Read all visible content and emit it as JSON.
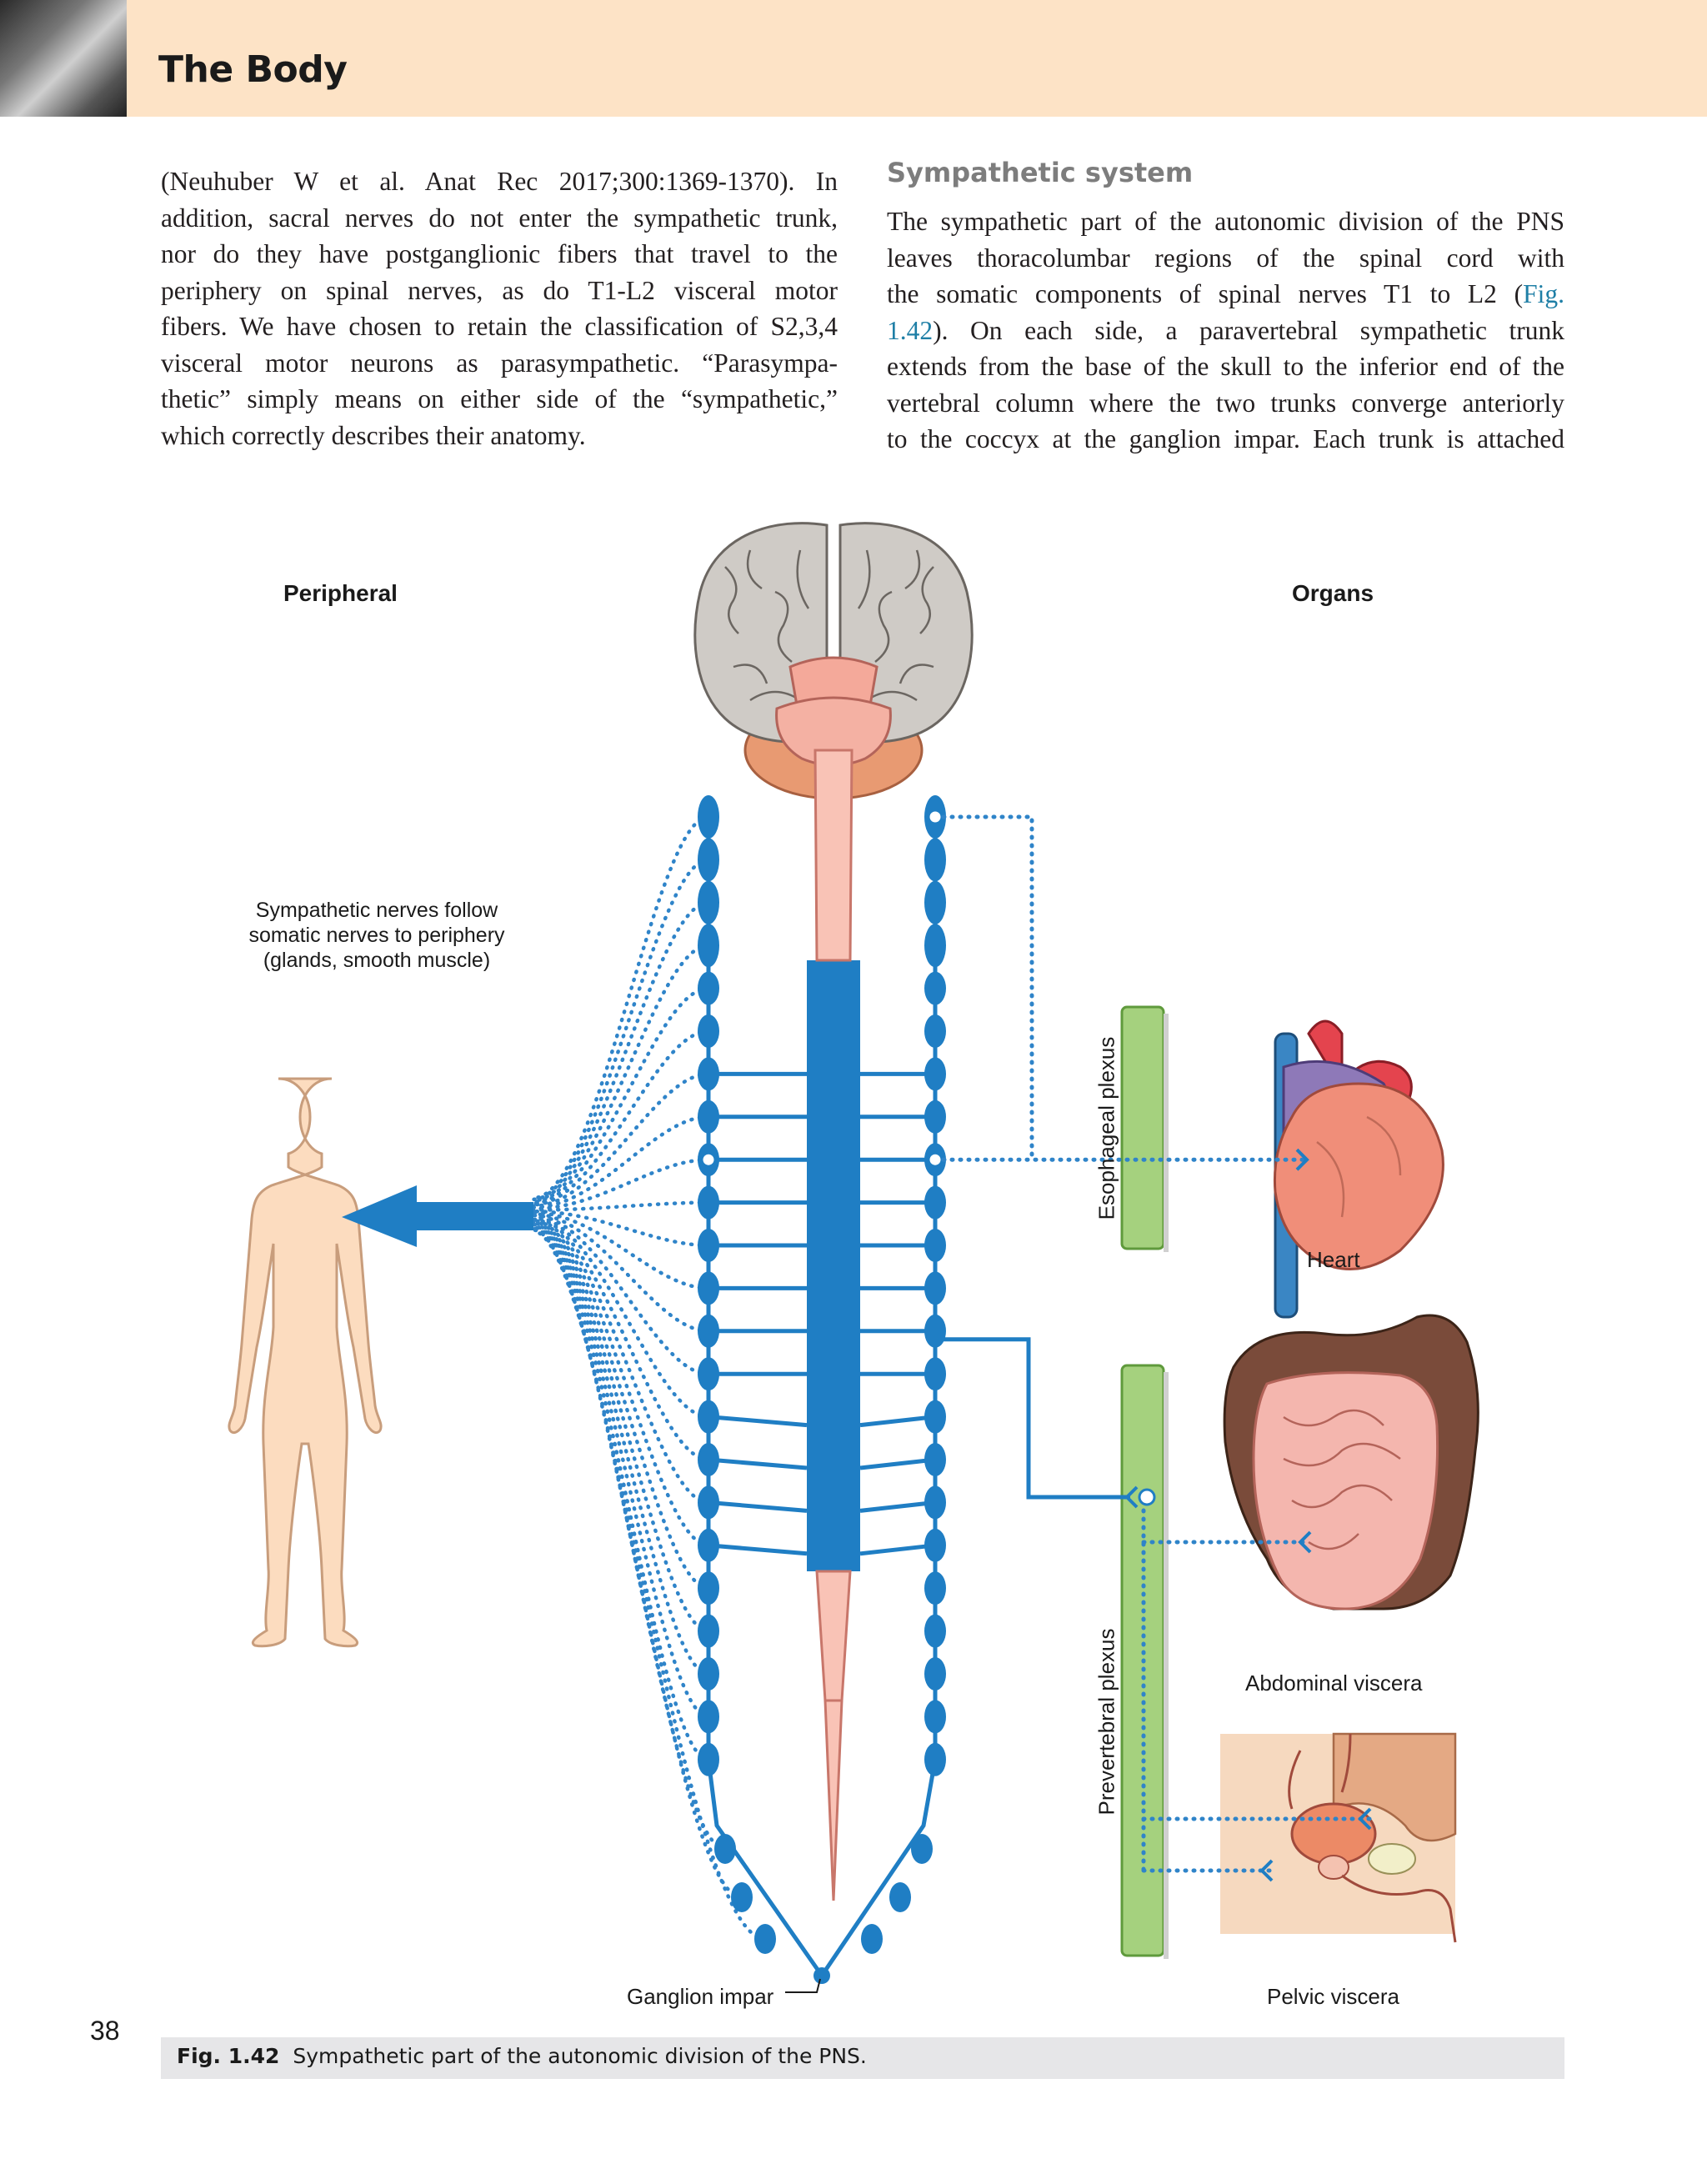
{
  "header": {
    "title": "The Body"
  },
  "left_column": {
    "lines": [
      "(Neuhuber W et al. Anat Rec 2017;300:1369-1370). In",
      "addition, sacral nerves do not enter the sympathetic trunk,",
      "nor do they have postganglionic fibers that travel to the",
      "periphery on spinal nerves, as do T1-L2 visceral motor",
      "fibers. We have chosen to retain the classification of S2,3,4",
      "visceral motor neurons as parasympathetic. “Parasympa-",
      "thetic” simply means on either side of the “sympathetic,”",
      "which correctly describes their anatomy."
    ]
  },
  "right_column": {
    "heading": "Sympathetic system",
    "lines": [
      "The sympathetic part of the autonomic division of the PNS",
      "leaves thoracolumbar regions of the spinal cord with",
      "the somatic components of spinal nerves T1 to L2 (",
      "). On each side, a paravertebral sympathetic trunk",
      "extends from the base of the skull to the inferior end of the",
      "vertebral column where the two trunks converge anteriorly",
      "to the coccyx at the ganglion impar. Each trunk is attached"
    ],
    "fig_ref_part1": "Fig.",
    "fig_ref_part2": "1.42"
  },
  "figure": {
    "labels": {
      "peripheral": "Peripheral",
      "organs": "Organs",
      "sympathetic_nerves_1": "Sympathetic nerves follow",
      "sympathetic_nerves_2": "somatic nerves to periphery",
      "sympathetic_nerves_3": "(glands, smooth muscle)",
      "esophageal_plexus": "Esophageal plexus",
      "prevertebral_plexus": "Prevertebral plexus",
      "heart": "Heart",
      "abdominal_viscera": "Abdominal viscera",
      "pelvic_viscera": "Pelvic viscera",
      "ganglion_impar": "Ganglion impar"
    },
    "colors": {
      "nerve_blue": "#1f7ec4",
      "dot_blue": "#2f84c9",
      "plexus_green": "#a5d17e",
      "cord_pink": "#f9c3b6",
      "brain_gray": "#cfcbc6",
      "body_skin": "#fcdcbf"
    }
  },
  "page_number": "38",
  "caption": {
    "label": "Fig. 1.42",
    "text": "Sympathetic part of the autonomic division of the PNS."
  }
}
